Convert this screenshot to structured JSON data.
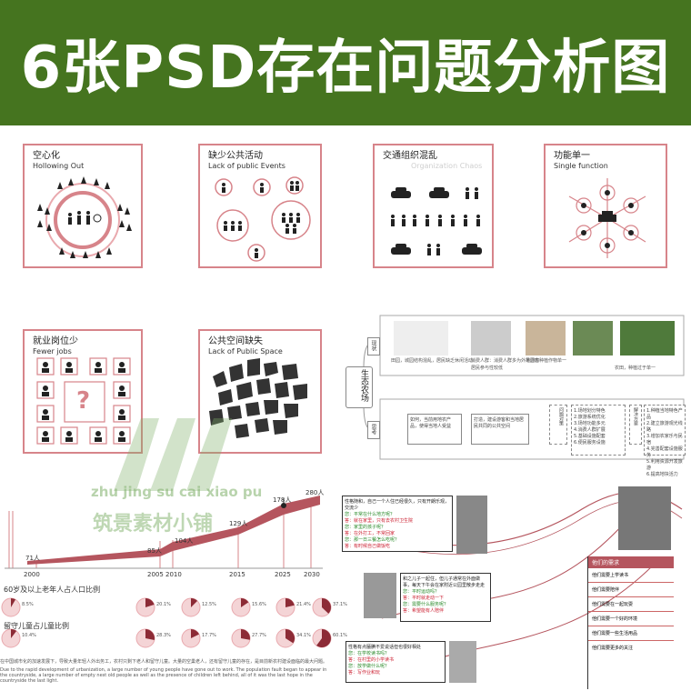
{
  "banner": {
    "title": "6张PSD存在问题分析图",
    "bg": "#45741f"
  },
  "cards": {
    "hollow": {
      "title": "空心化",
      "subtitle": "Hollowing Out"
    },
    "events": {
      "title": "缺少公共活动",
      "subtitle": "Lack of public Events"
    },
    "traffic": {
      "title": "交通组织混乱",
      "subtitle": "Organization Chaos"
    },
    "function": {
      "title": "功能单一",
      "subtitle": "Single function"
    },
    "jobs": {
      "title": "就业岗位少",
      "subtitle": "Fewer jobs",
      "center_mark": "?"
    },
    "space": {
      "title": "公共空间缺失",
      "subtitle": "Lack of Public Space"
    }
  },
  "flow": {
    "center": "生态农场",
    "top_label": "现状",
    "bottom_label": "思考",
    "top_captions": [
      "田园，城园结构混乱，居民缺乏休闲活动",
      "消费人群：消费人群多为外地游客",
      "居民参与性较低",
      "果园内种植作物单一",
      "农田，种植过于单一"
    ],
    "bottom_boxes": [
      "如何，当前用地农产品，使得当地人受益",
      "打造，建设游客和当地居民共同的公共空间",
      "问题对策"
    ],
    "list1": [
      "1.场地划分特色",
      "2.旅游系统优化",
      "3.场地功能多元",
      "4.消费人群扩展",
      "5.基础设施配套",
      "6.便民服务设施"
    ],
    "list2_title": "解决方案",
    "list2": [
      "1.种植当地特色产品",
      "2.建立旅游观光线路",
      "3.增加农家乐与民宿",
      "4.完善配套设施服务",
      "5.利用资源开发旅游",
      "6.提高地块活力"
    ]
  },
  "population": {
    "years": [
      "2000",
      "2005",
      "2010",
      "2015",
      "2025",
      "2030"
    ],
    "values": [
      {
        "label": "71人"
      },
      {
        "label": "85人"
      },
      {
        "label": "104人"
      },
      {
        "label": "129人"
      },
      {
        "label": "178人"
      },
      {
        "label": "280人"
      }
    ],
    "pie_title_1": "60岁及以上老年人占人口比例",
    "pie_row_1": [
      "8.5%",
      "20.1%",
      "12.5%",
      "15.6%",
      "21.4%",
      "37.1%"
    ],
    "pie_title_2": "留守儿童占儿童比例",
    "pie_row_2": [
      "10.4%",
      "28.3%",
      "17.7%",
      "27.7%",
      "34.1%",
      "60.1%"
    ],
    "pie_fractions_1": [
      0.085,
      0.201,
      0.125,
      0.156,
      0.214,
      0.371
    ],
    "pie_fractions_2": [
      0.104,
      0.283,
      0.177,
      0.277,
      0.341,
      0.601
    ],
    "footer_cn": "在中国城市化的加速发展下，导致大量年轻人外出务工，农村只剩下老人和留守儿童。大量的空巢老人，还有留守儿童的存在，是目前新农村建设面临的最大问题。",
    "footer_en": "Due to the rapid development of urbanization, a large number of young people have gone out to work. The population fault began to appear in the countryside, a large number of empty nest old people as well as the presence of children left behind, all of it was the last hope in the countryside the last light."
  },
  "interview": {
    "q1": "性格随和，自己一个人住已经很久，只有开朗乐观，交流少",
    "a1": [
      "您：平常在什么地方呢？",
      "答：就在家里，只有去农村卫生院",
      "您：家里的孩子呢？",
      "答：在外打工，不常回家",
      "您：那一日三餐怎么吃呢？",
      "答：有时候自己做饭吃"
    ],
    "q2": "和之儿子一起住，但儿子通常在外面做事，每天下午会在家附近公园里散步走走",
    "a2": [
      "您：平时运动吗？",
      "答：平时就走动一下",
      "您：需要什么服务呢？",
      "答：希望能有人陪伴"
    ],
    "q3": "性格有点腼腆不爱说话但也很好相处",
    "a3": [
      "您：在学校读书吗？",
      "答：在村里的小学读书",
      "您：放学做什么呢？",
      "答：写作业和玩"
    ],
    "right_header": "他们的需求",
    "right_items": [
      "他们需要上学读书",
      "他们需要陪伴",
      "他们需要在一起玩耍",
      "他们需要一个好的环境",
      "他们需要一些生活用品",
      "他们需要更多的关注"
    ]
  }
}
